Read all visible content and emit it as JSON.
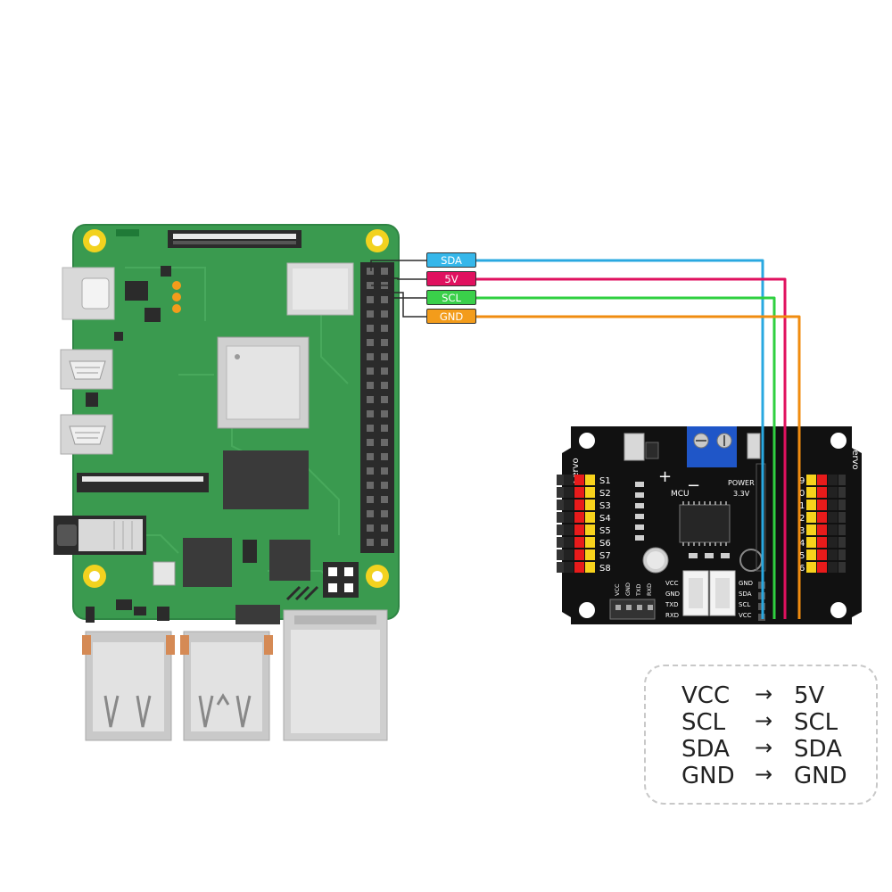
{
  "pin_labels": [
    {
      "text": "SDA",
      "color": "#36b7ea"
    },
    {
      "text": "5V",
      "color": "#e0115f"
    },
    {
      "text": "SCL",
      "color": "#3ad04a"
    },
    {
      "text": "GND",
      "color": "#f39c1b"
    }
  ],
  "wire_colors": {
    "sda": "#29a8e0",
    "fivev": "#e0115f",
    "scl": "#2fd040",
    "gnd": "#f08c10"
  },
  "servo_board": {
    "servo_label_left": "Servo",
    "servo_label_right": "Servo",
    "channels_left": [
      "S1",
      "S2",
      "S3",
      "S4",
      "S5",
      "S6",
      "S7",
      "S8"
    ],
    "channels_right": [
      "9",
      "0",
      "1",
      "2",
      "3",
      "4",
      "5",
      "6"
    ],
    "power_label": "POWER",
    "voltage_label": "3.3V",
    "chip_label": "MCU",
    "bottom_pins_left": [
      "VCC",
      "GND",
      "TXD",
      "RXD"
    ],
    "side_pins_a": [
      "VCC",
      "GND",
      "TXD",
      "RXD"
    ],
    "side_pins_b": [
      "GND",
      "SDA",
      "SCL",
      "VCC"
    ]
  },
  "mapping": {
    "rows": [
      {
        "from": "VCC",
        "arrow": "→",
        "to": "5V"
      },
      {
        "from": "SCL",
        "arrow": "→",
        "to": "SCL"
      },
      {
        "from": "SDA",
        "arrow": "→",
        "to": "SDA"
      },
      {
        "from": "GND",
        "arrow": "→",
        "to": "GND"
      }
    ]
  }
}
